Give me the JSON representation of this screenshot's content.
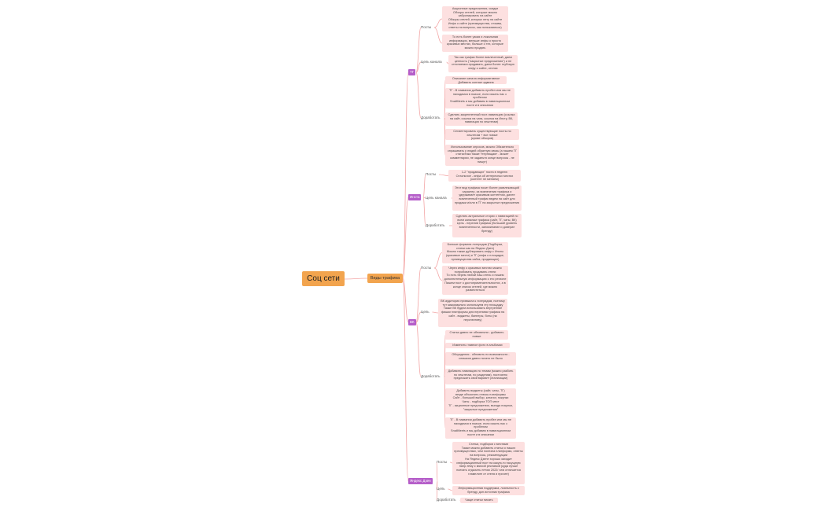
{
  "root": "Соц сети",
  "main": "Виды трафика",
  "colors": {
    "root": "#f2a44e",
    "platform": "#b55ec9",
    "leaf": "#fde0e0",
    "line": "#f3a6a6"
  },
  "platforms": [
    {
      "name": "ТГ",
      "cats": [
        {
          "name": "Посты",
          "leaves": [
            "Акционные предложения, скидки\nОбзоры отелей, которые можно забронировать на сайте\nОбзоры отелей, которых нету на сайте\nИнфа о сайте (преимущества, отзывы, ответы на вопросы, как пользоваться)",
            "То есть более узкая и локальная информация, меньше инфы о просто красивых местах, больше о тех, которые можно продать"
          ]
        },
        {
          "name": "Цель канала",
          "leaves": [
            "Так как трафик более вовлеченный, даем ценность (\"закрытые предложения\") и не стесняемся продавать, даем более глубокую инфу о сайте, отелях"
          ]
        },
        {
          "name": "Доработать",
          "leaves": [
            "Описание канала информативное\nДобавить контакт админа",
            "ТГ - В названии добавить пробел или мы не находимся в поиске, если искать нас с пробелом\nSnailMeets и мы добавим в навигационном посте и в описании",
            "Сделать закрепленный пост-навигацию (ссылка на сайт, ссылка на чата, ссылка на Инсту, ВК, навигация по хештегам)",
            "Сегментировать существующие посты по хештегам + все новые\n(кроме обзоров)",
            "Использование опросов, можно Обязательно спрашивать у людей обратную связь (а нашем ТГ статистика также «терпящая» - может комментарии, не задаем в конце вопросы - не пишут)"
          ]
        }
      ]
    },
    {
      "name": "Инста",
      "cats": [
        {
          "name": "Посты",
          "leaves": [
            "1-2 \"продающих\" поста в неделю\nОстальное - инфа об интересных местах (контент не меняем)"
          ]
        },
        {
          "name": "Цель канала",
          "leaves": [
            "Этот вид трафика носит более развлекающий характер, из вовлечения трафика и удерживает красивым контентом, далее вовлеченный трафик ведем на сайт для продажи и/или в ТГ на закрытые предложения"
          ]
        },
        {
          "name": "Доработать",
          "leaves": [
            "Сделать актуальные сторис с навигацией по всем каналам трафика (сайт, ТГ, чаты, ВК)\nЦель - перелив трафика (больший уровень вовлеченности, запоминание и доверие бренду)"
          ]
        }
      ]
    },
    {
      "name": "ВК",
      "cats": [
        {
          "name": "Посты",
          "leaves": [
            "Больше формата лонгридов (Подборки, статьи как на Яндекс Дзен)\nМожно также дублировать инфу с Инсты (красивые места) и ТГ (инфа о площадке, преимущества сайта, продающее)",
            "Через инфу о красивых местах можно попробовать продавать отели\nТо есть берем любой наш отель и пишем дополнительную информацию о его регионе\nПишем пост о достопримечательностях, а в конце список отелей, где можно разместиться"
          ]
        },
        {
          "name": "Цель",
          "leaves": [
            "ВК аудитория привыкла к лонгридам, поэтому тут максимально используем эту площадку\nТакже ВК будем использовать внутренние фишки платформы для перелива трафика на сайт - виджеты, баннеры, боты (на перспективу)"
          ]
        },
        {
          "name": "Доработать",
          "leaves": [
            "Статьи давно не обновляли - добавить новые",
            "Изменить главное фото в альбомах",
            "Обсуждения - обновить по возможности - слишком давно ничего не было",
            "Добавить навигацию по темам (можно разбить по хештегам, по разделам), постоянно предложить свой вариант реализации)",
            "Добавить виджеты (сайт, чаты, ТГ)\nвезде объяснить плюсы платформы\nСайт - больший выбор, каталог, покупки\nЧаты - подборка ТОП мест\nТГ - акционные предложения, выгода покупки, \"закрытые предложения\"",
            "ТГ - В названии добавить пробел или мы не находимся в поиске, если искать нас с пробелом\nSnailMeets и мы добавим в навигационном посте и в описании"
          ]
        }
      ]
    },
    {
      "name": "Яндекс Дзен",
      "cats": [
        {
          "name": "Посты",
          "leaves": [
            "Статьи, подборки с местами\nТакже можно добавить статьи о наших преимуществах, чем полезна платформа, ответы на вопросы, рекомендации\nНа Яндекс Дзене хорошо заходит информационный пост на какую-то насущную напр-тему с мягкой рекламой (куда лучше поехать отдыхать летом 2022/ чем отличается гламплинг от отеля и прочее)"
          ]
        },
        {
          "name": "Цель",
          "leaves": [
            "Информационная поддержка, лояльность к бренду, доп источник трафика"
          ]
        },
        {
          "name": "Доработать",
          "leaves": [
            "Чаще статьи писать"
          ]
        }
      ]
    }
  ]
}
